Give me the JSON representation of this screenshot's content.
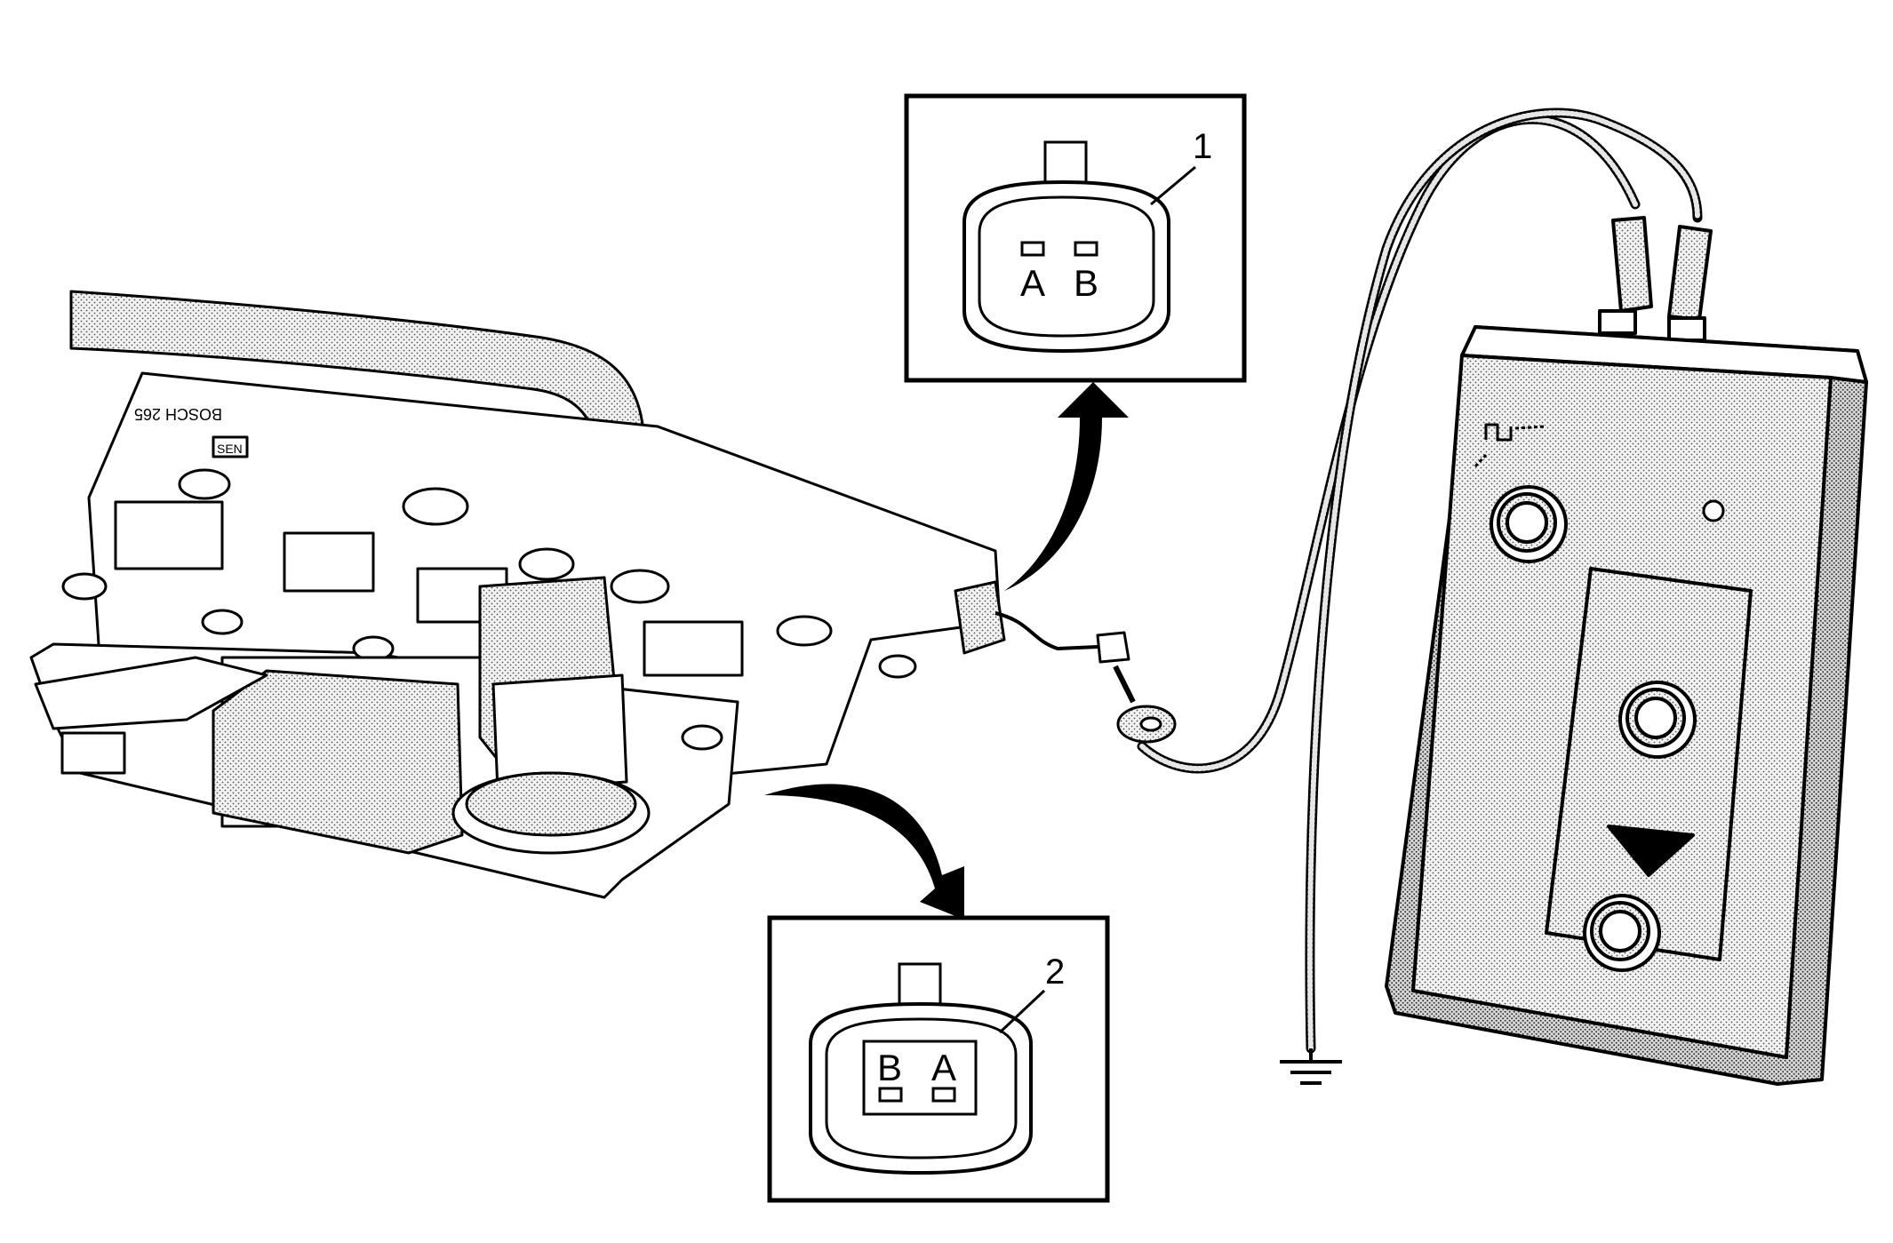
{
  "callouts": [
    {
      "number": "1",
      "pins": [
        "A",
        "B"
      ]
    },
    {
      "number": "2",
      "pins": [
        "B",
        "A"
      ]
    }
  ],
  "module_marking": "BOSCH 265",
  "module_badge": "SEN",
  "colors": {
    "line": "#000000",
    "stipple": "#555555",
    "background": "#ffffff"
  },
  "icons": [
    "square-wave-icon",
    "ground-symbol-icon",
    "curved-arrow-icon",
    "pointer-triangle-icon"
  ]
}
